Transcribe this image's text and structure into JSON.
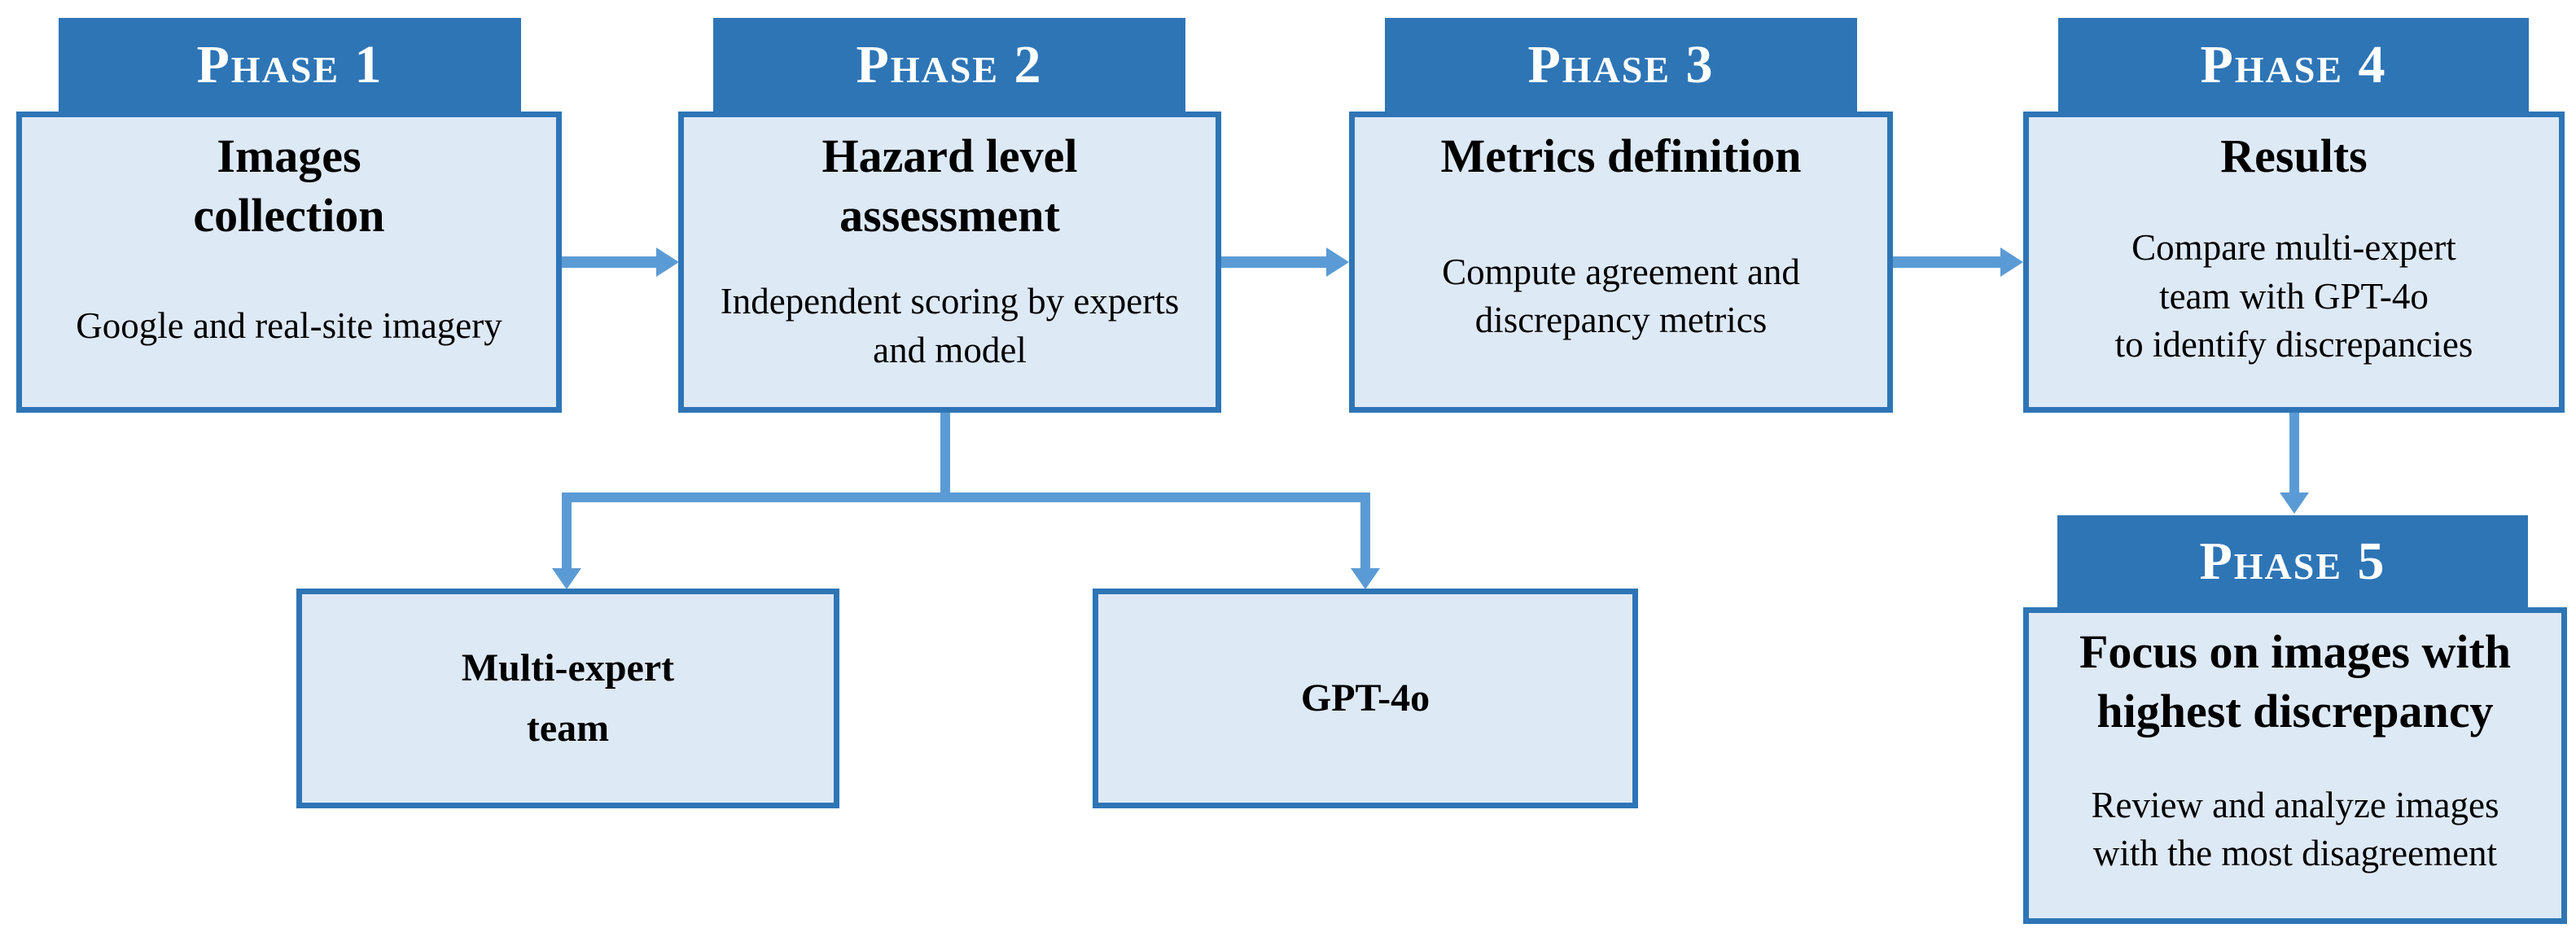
{
  "diagram_title": "Five-phase workflow flowchart",
  "colors": {
    "header_bg": "#2E75B6",
    "box_border": "#2E75B6",
    "box_fill": "#DEE9F6",
    "arrow": "#5B9BD5",
    "header_text": "#FFFFFF",
    "body_text": "#000000"
  },
  "phases": [
    {
      "header": "Phase 1",
      "title": "Images\ncollection",
      "description": "Google and real-site imagery"
    },
    {
      "header": "Phase 2",
      "title": "Hazard level\nassessment",
      "description": "Independent scoring by experts\nand model"
    },
    {
      "header": "Phase 3",
      "title": "Metrics definition",
      "description": "Compute agreement and\ndiscrepancy metrics"
    },
    {
      "header": "Phase 4",
      "title": "Results",
      "description": "Compare multi-expert\nteam with GPT-4o\nto identify discrepancies"
    },
    {
      "header": "Phase 5",
      "title": "Focus on images with\nhighest discrepancy",
      "description": "Review and analyze images\nwith the most disagreement"
    }
  ],
  "branches": [
    {
      "label": "Multi-expert\nteam"
    },
    {
      "label": "GPT-4o"
    }
  ],
  "connections": [
    {
      "from": "phase-1",
      "to": "phase-2",
      "type": "arrow-right"
    },
    {
      "from": "phase-2",
      "to": "phase-3",
      "type": "arrow-right"
    },
    {
      "from": "phase-3",
      "to": "phase-4",
      "type": "arrow-right"
    },
    {
      "from": "phase-2",
      "to": "multi-expert-team",
      "type": "arrow-down-branch"
    },
    {
      "from": "phase-2",
      "to": "gpt-4o",
      "type": "arrow-down-branch"
    },
    {
      "from": "phase-4",
      "to": "phase-5",
      "type": "arrow-down"
    }
  ]
}
